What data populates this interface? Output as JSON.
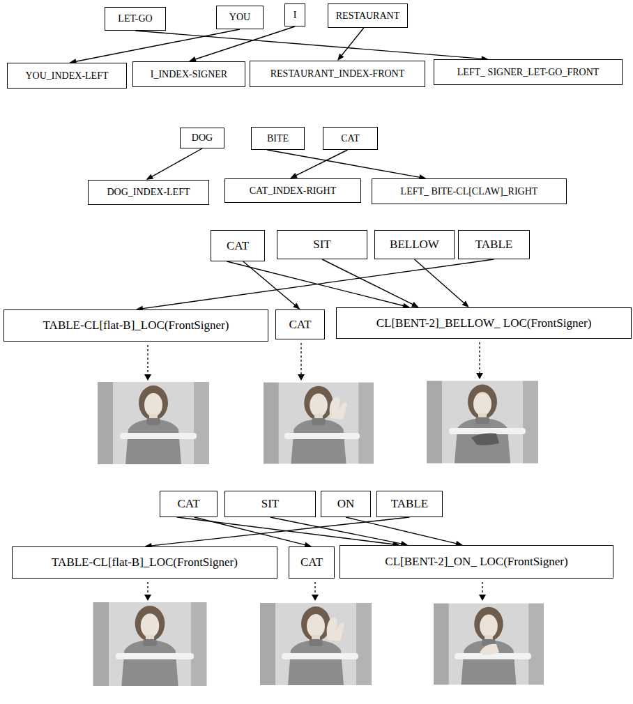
{
  "diagram": {
    "nodes": [
      {
        "text": [
          "LET-GO"
        ]
      },
      {
        "text": [
          "YOU"
        ]
      },
      {
        "text": [
          "I"
        ]
      },
      {
        "text": [
          "RESTAURANT"
        ]
      },
      {
        "text": [
          "YOU_INDEX-LEFT"
        ]
      },
      {
        "text": [
          "I_INDEX-SIGNER"
        ]
      },
      {
        "text": [
          "RESTAURANT_INDEX-FRONT"
        ]
      },
      {
        "text": [
          "LEFT_ SIGNER_LET-GO_FRONT"
        ]
      },
      {
        "text": [
          "DOG"
        ]
      },
      {
        "text": [
          "BITE"
        ]
      },
      {
        "text": [
          "CAT"
        ]
      },
      {
        "text": [
          "DOG_INDEX-LEFT"
        ]
      },
      {
        "text": [
          "CAT_INDEX-RIGHT"
        ]
      },
      {
        "text": [
          "LEFT_ BITE-CL[CLAW]_RIGHT"
        ]
      },
      {
        "text": [
          "CAT"
        ]
      },
      {
        "text": [
          "SIT"
        ]
      },
      {
        "text": [
          "BELLOW"
        ]
      },
      {
        "text": [
          "TABLE"
        ]
      },
      {
        "text": [
          "TABLE-CL[flat-B]_LOC(FrontSigner)"
        ]
      },
      {
        "text": [
          "CAT"
        ]
      },
      {
        "text": [
          "CL[BENT-2]_BELLOW_ LOC(FrontSigner)"
        ]
      },
      {
        "text": [
          "CAT"
        ]
      },
      {
        "text": [
          "SIT"
        ]
      },
      {
        "text": [
          "ON"
        ]
      },
      {
        "text": [
          "TABLE"
        ]
      },
      {
        "text": [
          "TABLE-CL[flat-B]_LOC(FrontSigner)"
        ]
      },
      {
        "text": [
          "CAT"
        ]
      },
      {
        "text": [
          "CL[BENT-2]_ON_ LOC(FrontSigner)"
        ]
      }
    ],
    "edges": [
      {
        "from": 0,
        "to": 7,
        "arrow": "to"
      },
      {
        "from": 1,
        "to": 4,
        "arrow": "to"
      },
      {
        "from": 2,
        "to": 5,
        "arrow": "to"
      },
      {
        "from": 3,
        "to": 6,
        "arrow": "to"
      },
      {
        "from": 8,
        "to": 11,
        "arrow": "to"
      },
      {
        "from": 9,
        "to": 13,
        "arrow": "to"
      },
      {
        "from": 10,
        "to": 12,
        "arrow": "to"
      },
      {
        "from": 14,
        "to": 19,
        "arrow": "to"
      },
      {
        "from": 14,
        "to": 20,
        "arrow": "to"
      },
      {
        "from": 15,
        "to": 20,
        "arrow": "to"
      },
      {
        "from": 16,
        "to": 20,
        "arrow": "to"
      },
      {
        "from": 17,
        "to": 18,
        "arrow": "to"
      },
      {
        "from": 21,
        "to": 26,
        "arrow": "to"
      },
      {
        "from": 21,
        "to": 27,
        "arrow": "to"
      },
      {
        "from": 22,
        "to": 27,
        "arrow": "to"
      },
      {
        "from": 23,
        "to": 27,
        "arrow": "to"
      },
      {
        "from": 24,
        "to": 25,
        "arrow": "to"
      }
    ]
  }
}
